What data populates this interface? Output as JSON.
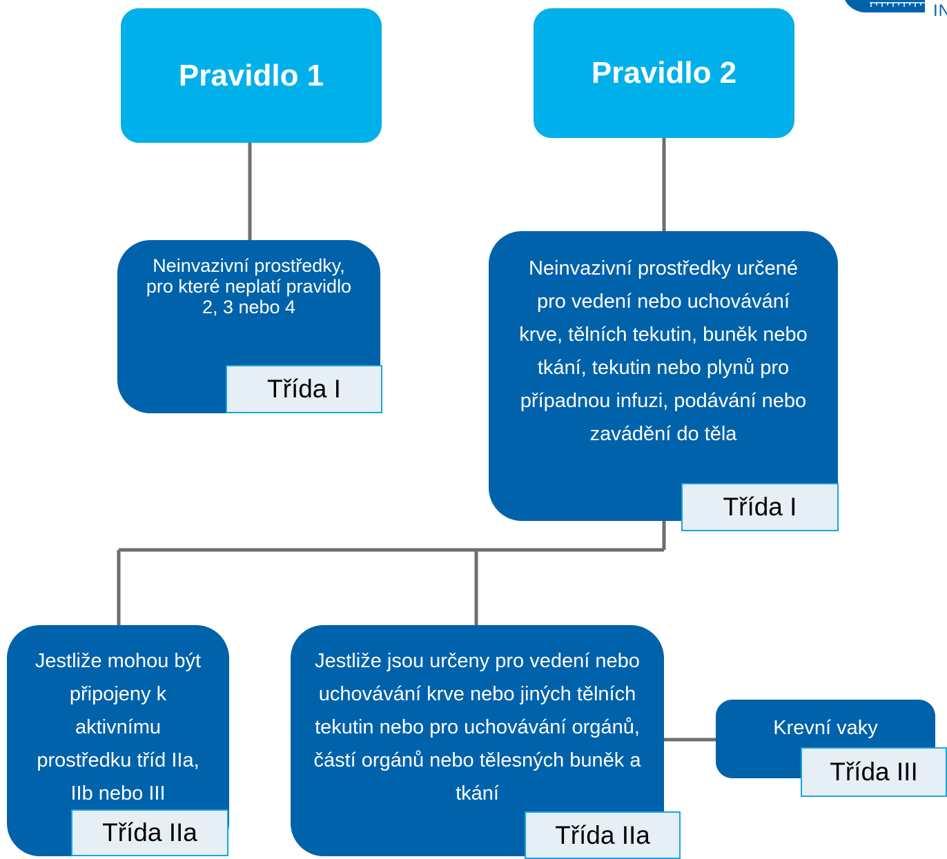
{
  "logo": {
    "text": "IN"
  },
  "rules": {
    "rule1": "Pravidlo 1",
    "rule2": "Pravidlo 2"
  },
  "nodes": {
    "rule1_main": {
      "text": "Neinvazivní prostředky, pro které neplatí pravidlo 2, 3 nebo 4",
      "class": "Třída I"
    },
    "rule2_main": {
      "text": "Neinvazivní prostředky určené pro vedení nebo uchovávání krve, tělních tekutin, buněk nebo tkání, tekutin nebo plynů pro případnou infuzi, podávání nebo zavádění do těla",
      "class": "Třída I"
    },
    "active_device": {
      "text": "Jestliže mohou být připojeny k aktivnímu prostředku tříd IIa, IIb nebo III",
      "class": "Třída IIa"
    },
    "storage": {
      "text": "Jestliže jsou určeny pro vedení nebo uchovávání krve nebo jiných tělních tekutin nebo pro uchovávání orgánů, částí orgánů nebo tělesných buněk a tkání",
      "class": "Třída IIa"
    },
    "blood_bags": {
      "text": "Krevní vaky",
      "class": "Třída III"
    }
  },
  "colors": {
    "rule_box": "#00b0ea",
    "node": "#0062aa",
    "class_tag_bg": "#e6eff5",
    "class_tag_border": "#1aa3dd",
    "connector": "#6d6e71"
  }
}
